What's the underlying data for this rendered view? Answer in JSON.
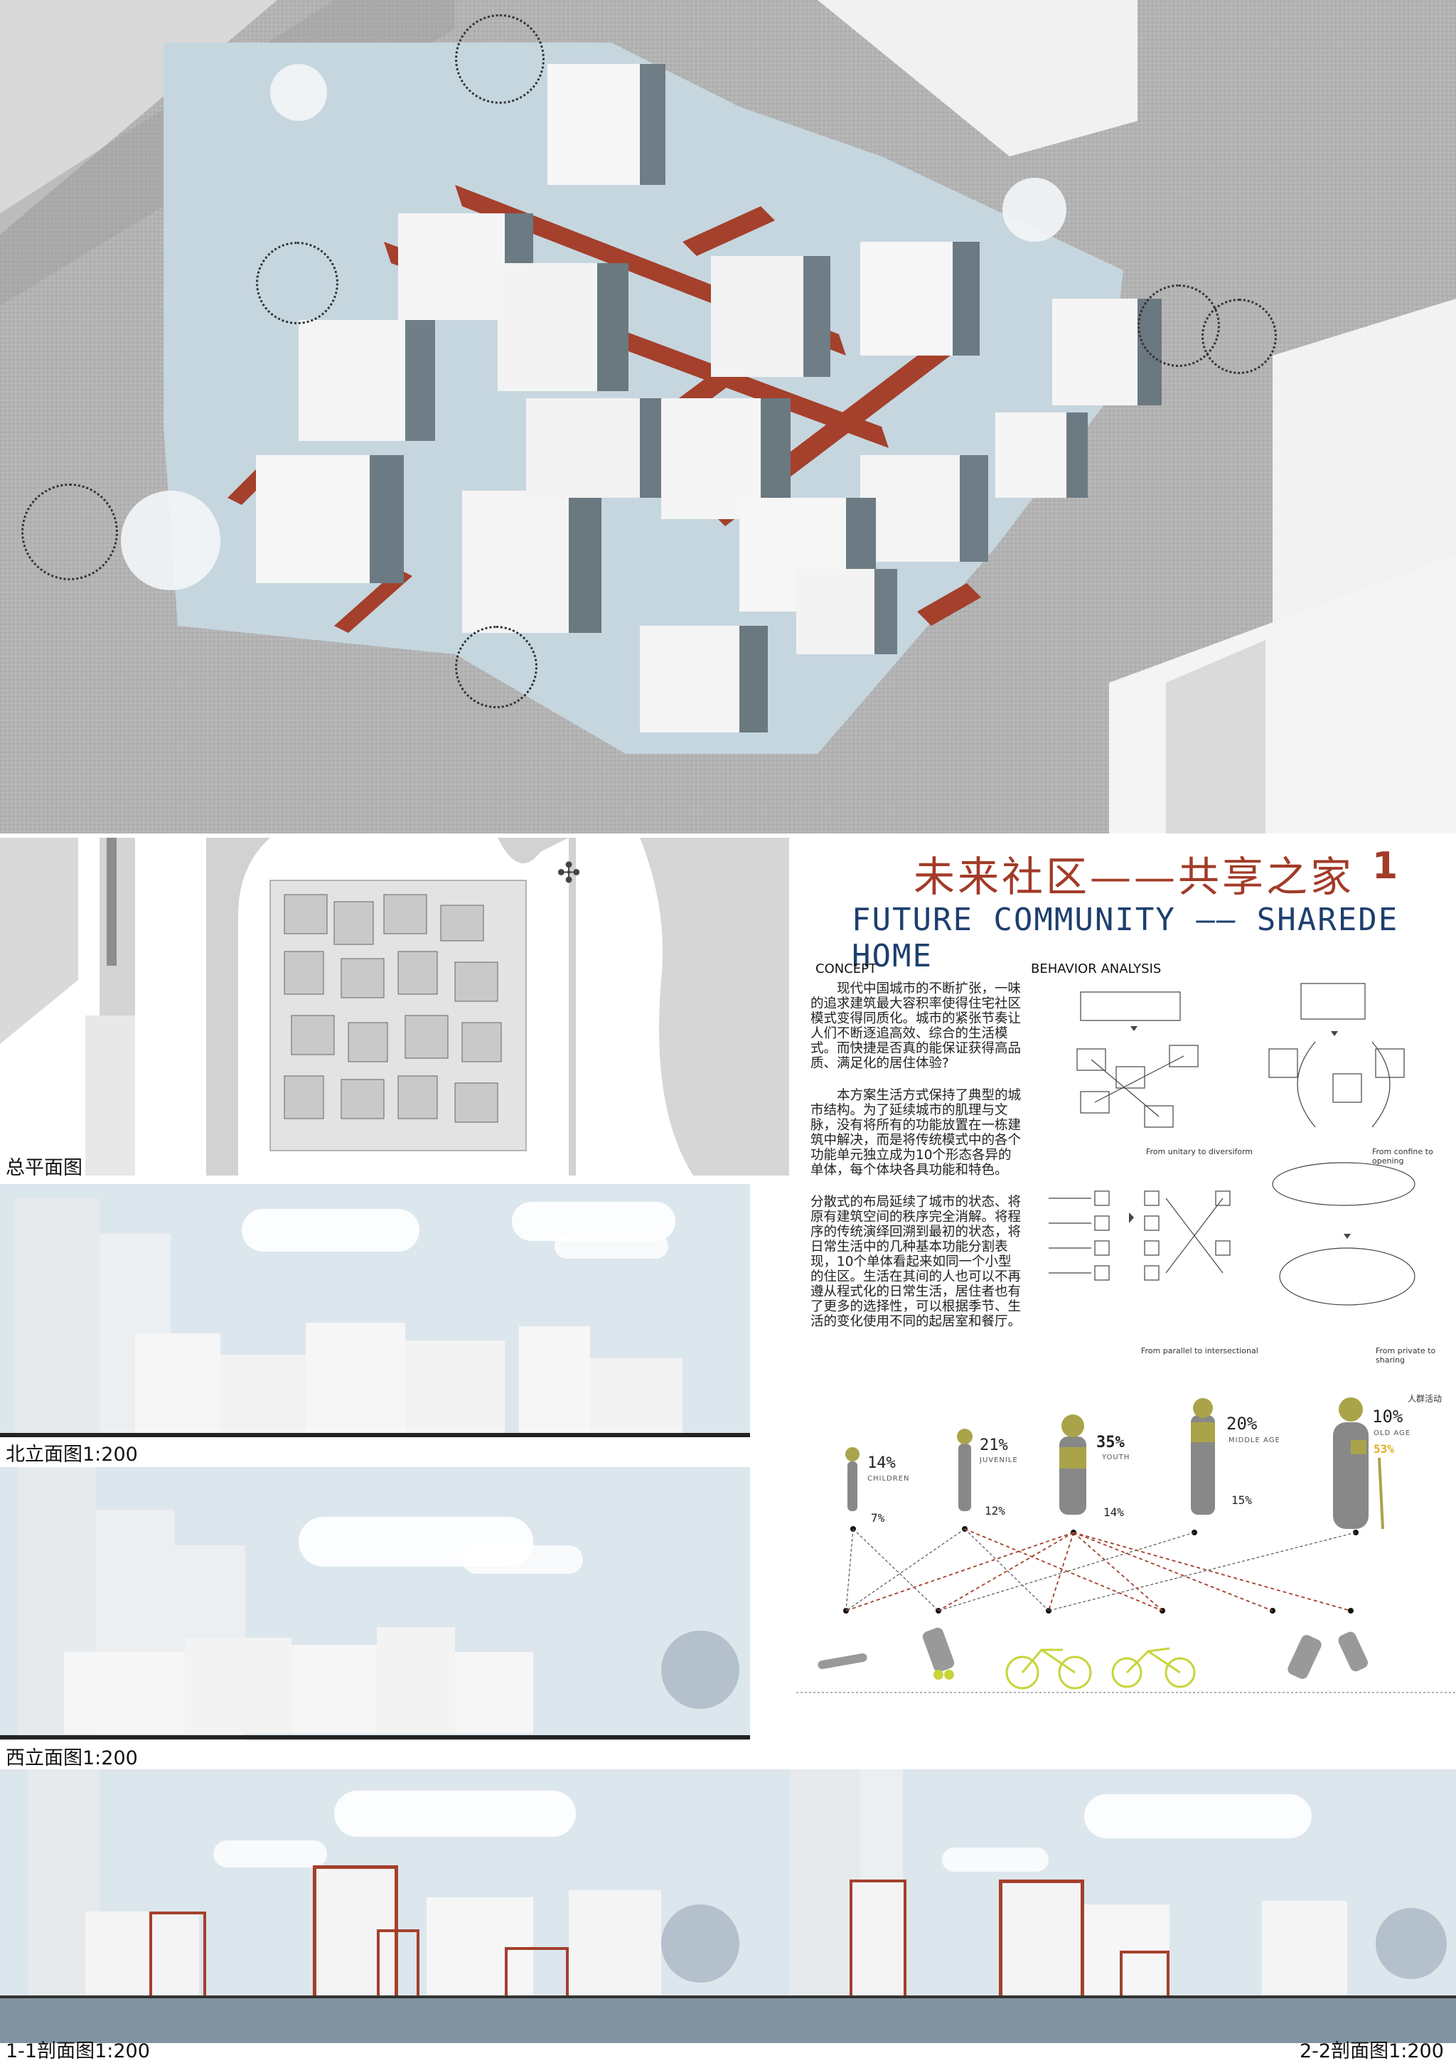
{
  "title": {
    "chinese": "未来社区——共享之家",
    "number": "1",
    "english": "FUTURE COMMUNITY —— SHAREDE HOME"
  },
  "captions": {
    "site_plan": "总平面图",
    "north_elevation": "北立面图1:200",
    "west_elevation": "西立面图1:200",
    "section_1": "1-1剖面图1:200",
    "section_2": "2-2剖面图1:200"
  },
  "concept": {
    "heading": "CONCEPT",
    "paragraphs": [
      "现代中国城市的不断扩张，一味的追求建筑最大容积率使得住宅社区模式变得同质化。城市的紧张节奏让人们不断逐追高效、综合的生活模式。而快捷是否真的能保证获得高品质、满足化的居住体验?",
      "本方案生活方式保持了典型的城市结构。为了延续城市的肌理与文脉，没有将所有的功能放置在一栋建筑中解决，而是将传统模式中的各个功能单元独立成为10个形态各异的单体，每个体块各具功能和特色。",
      "分散式的布局延续了城市的状态、将原有建筑空间的秩序完全消解。将程序的传统演绎回溯到最初的状态，将日常生活中的几种基本功能分割表现，10个单体看起来如同一个小型的住区。生活在其间的人也可以不再遵从程式化的日常生活，居住者也有了更多的选择性，可以根据季节、生活的变化使用不同的起居室和餐厅。"
    ]
  },
  "behavior": {
    "heading": "BEHAVIOR ANALYSIS",
    "labels": [
      "From unitary to diversiform",
      "From confine to opening",
      "From parallel to intersectional",
      "From private to sharing"
    ]
  },
  "demographics": {
    "note": "人群活动",
    "groups": [
      {
        "pct": "14%",
        "name": "Children",
        "sub": "7%"
      },
      {
        "pct": "21%",
        "name": "Juvenile",
        "sub": "12%"
      },
      {
        "pct": "35%",
        "name": "Youth",
        "sub": "14%"
      },
      {
        "pct": "20%",
        "name": "Middle age",
        "sub": "15%"
      },
      {
        "pct": "10%",
        "name": "Old age",
        "sub": "53%"
      }
    ]
  },
  "colors": {
    "accent_red": "#a23b28",
    "title_blue": "#1d3f6e",
    "sky": "#dce6ed",
    "ground_blue": "#c9d8e1",
    "lime": "#c8d43a",
    "olive": "#a9a44a"
  }
}
